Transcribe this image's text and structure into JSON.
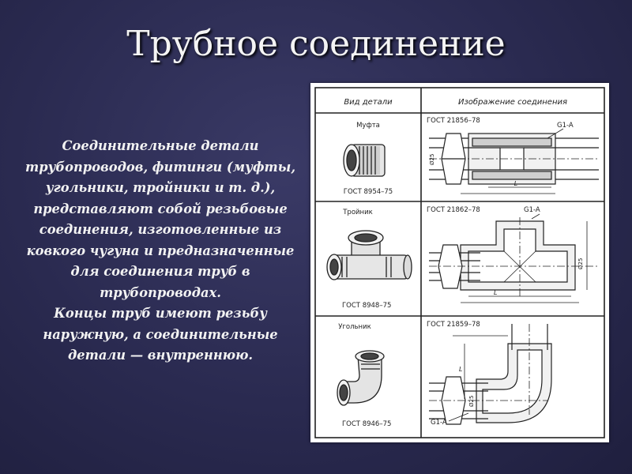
{
  "slide": {
    "title": "Трубное соединение",
    "paragraph1": "Соединительные детали трубопроводов, фитинги (муфты, угольники, тройники и т. д.), представляют собой резьбовые соединения, изготовленные из ковкого чугуна и предназначенные для соединения труб в трубопроводах.",
    "paragraph2": "Концы труб имеют резьбу наружную, а соединительные детали — внутреннюю."
  },
  "figure": {
    "header_left": "Вид детали",
    "header_right": "Изображение соединения",
    "rows": [
      {
        "part_name": "Муфта",
        "part_gost": "ГОСТ 8954–75",
        "conn_gost": "ГОСТ 21856–78",
        "thread_label": "G1-A",
        "dim_label": "Ø25",
        "length_label": "L"
      },
      {
        "part_name": "Тройник",
        "part_gost": "ГОСТ 8948–75",
        "conn_gost": "ГОСТ 21862–78",
        "thread_label": "G1-A",
        "dim_label": "Ø25",
        "length_label": "L"
      },
      {
        "part_name": "Угольник",
        "part_gost": "ГОСТ 8946–75",
        "conn_gost": "ГОСТ 21859–78",
        "thread_label": "G1-A",
        "dim_label": "Ø25",
        "length_label": "L"
      }
    ]
  },
  "colors": {
    "background": "#2a2a50",
    "title_text": "#f4f4f4",
    "body_text": "#f2f2f2",
    "figure_bg": "#ffffff",
    "figure_lines": "#222222"
  }
}
